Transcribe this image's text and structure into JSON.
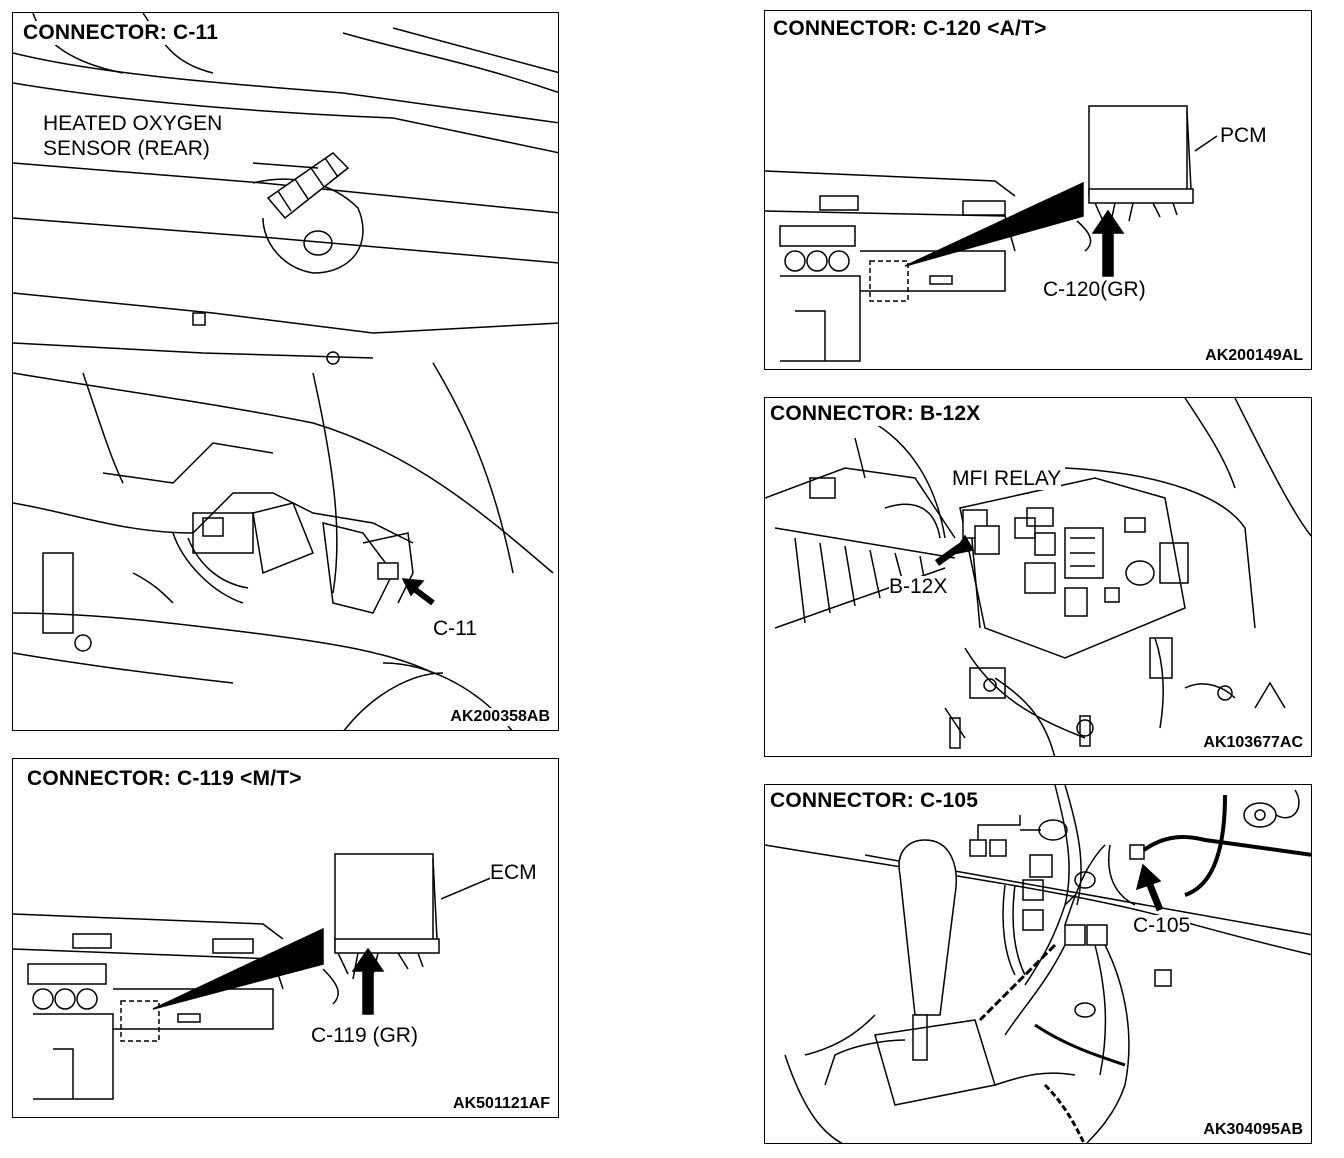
{
  "panels": [
    {
      "title": "CONNECTOR: C-11",
      "labels": [
        "HEATED OXYGEN",
        "SENSOR (REAR)",
        "C-11"
      ],
      "code": "AK200358AB"
    },
    {
      "title": "CONNECTOR: C-119 <M/T>",
      "labels": [
        "ECM",
        "C-119 (GR)"
      ],
      "code": "AK501121AF"
    },
    {
      "title": "CONNECTOR: C-120 <A/T>",
      "labels": [
        "PCM",
        "C-120(GR)"
      ],
      "code": "AK200149AL"
    },
    {
      "title": "CONNECTOR: B-12X",
      "labels": [
        "MFI RELAY",
        "B-12X"
      ],
      "code": "AK103677AC"
    },
    {
      "title": "CONNECTOR: C-105",
      "labels": [
        "C-105"
      ],
      "code": "AK304095AB"
    }
  ]
}
